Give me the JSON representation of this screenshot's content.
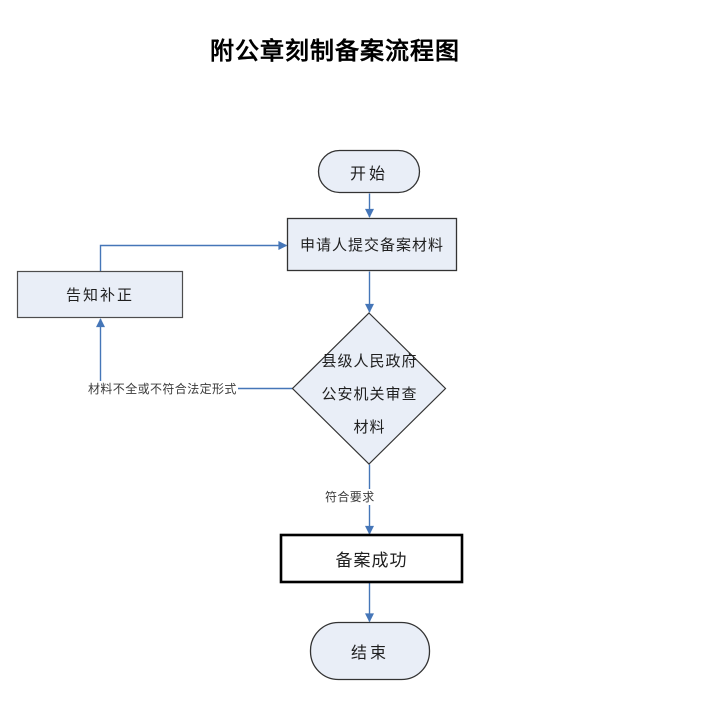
{
  "title": "附公章刻制备案流程图",
  "colors": {
    "background": "#ffffff",
    "shape_fill": "#e9eef7",
    "shape_border": "#333333",
    "notify_border": "#4d4d4d",
    "success_fill": "#ffffff",
    "success_border": "#000000",
    "connector": "#4576b8",
    "text": "#1f1f1f",
    "label_text": "#3a3a3a"
  },
  "nodes": {
    "start": {
      "shape": "terminator",
      "label": "开始"
    },
    "submit": {
      "shape": "process",
      "label": "申请人提交备案材料"
    },
    "notify": {
      "shape": "process",
      "label": "告知补正"
    },
    "review": {
      "shape": "decision",
      "lines": [
        "县级人民政府",
        "公安机关审查",
        "材料"
      ]
    },
    "success": {
      "shape": "process-emphasis",
      "label": "备案成功"
    },
    "end": {
      "shape": "terminator",
      "label": "结束"
    }
  },
  "edges": {
    "reject_label": "材料不全或不符合法定形式",
    "accept_label": "符合要求"
  }
}
